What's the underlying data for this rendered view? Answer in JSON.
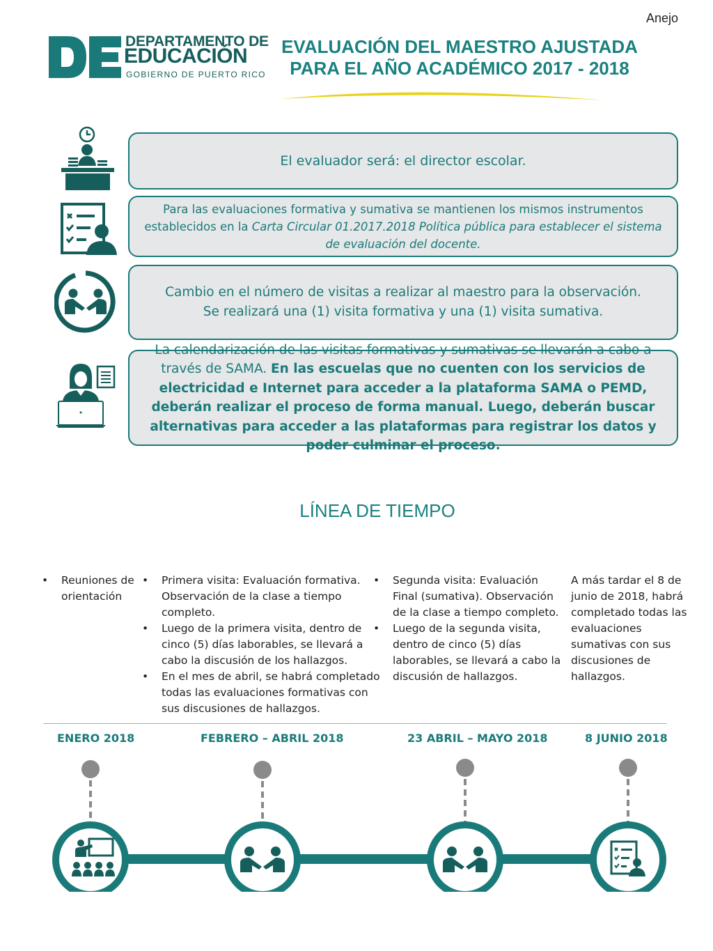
{
  "header": {
    "corner_label": "Anejo",
    "logo": {
      "mark": "DE",
      "line1": "DEPARTAMENTO DE",
      "line2": "EDUCACIÓN",
      "line3": "GOBIERNO DE PUERTO RICO"
    },
    "title_line1": "EVALUACIÓN DEL MAESTRO AJUSTADA",
    "title_line2": "PARA EL AÑO ACADÉMICO 2017 - 2018"
  },
  "colors": {
    "teal": "#1a7a7a",
    "box_fill": "#e6e7e8",
    "swoosh": "#e8d31a",
    "marker_gray": "#8a8a8a"
  },
  "info_boxes": [
    {
      "icon": "teacher-desk-icon",
      "text": "El evaluador será: el director escolar."
    },
    {
      "icon": "checklist-person-icon",
      "text_a": "Para las evaluaciones formativa y sumativa se mantienen los mismos instrumentos establecidos en la ",
      "text_italic": "Carta Circular 01.2017.2018 Política pública para establecer el sistema de evaluación del docente."
    },
    {
      "icon": "handshake-circle-icon",
      "line1": "Cambio en el número de visitas a realizar al maestro para la observación.",
      "line2": "Se realizará una (1) visita formativa y una (1) visita sumativa."
    },
    {
      "icon": "person-laptop-icon",
      "text_a": "La calendarización de las visitas formativas y sumativas se llevarán a cabo a través de SAMA. ",
      "text_bold": "En las escuelas que no cuenten con los servicios de electricidad e Internet para acceder a la plataforma SAMA o PEMD, deberán realizar el proceso de forma manual. Luego, deberán buscar alternativas para acceder a las plataformas para registrar los datos y poder culminar el proceso."
    }
  ],
  "timeline": {
    "title": "LÍNEA DE TIEMPO",
    "columns": [
      {
        "bullets": [
          "Reuniones de orientación"
        ]
      },
      {
        "bullets": [
          "Primera visita: Evaluación formativa. Observación de la clase a tiempo completo.",
          "Luego de la primera visita, dentro de cinco (5) días laborables, se llevará a cabo la discusión de los hallazgos.",
          "En el mes de abril, se habrá completado todas las evaluaciones formativas con sus discusiones de hallazgos."
        ]
      },
      {
        "bullets": [
          "Segunda visita: Evaluación Final (sumativa).  Observación de la clase a tiempo completo.",
          "Luego de la segunda visita, dentro de cinco (5) días laborables, se llevará a cabo la discusión de hallazgos."
        ]
      },
      {
        "text": "A más tardar el 8 de junio de 2018, habrá completado todas las evaluaciones sumativas con sus discusiones de hallazgos."
      }
    ],
    "periods": [
      "ENERO  2018",
      "FEBRERO – ABRIL 2018",
      "23 ABRIL – MAYO 2018",
      "8 JUNIO 2018"
    ],
    "milestone_icons": [
      "presentation-audience-icon",
      "handshake-icon",
      "handshake-icon",
      "checklist-person-icon"
    ]
  }
}
